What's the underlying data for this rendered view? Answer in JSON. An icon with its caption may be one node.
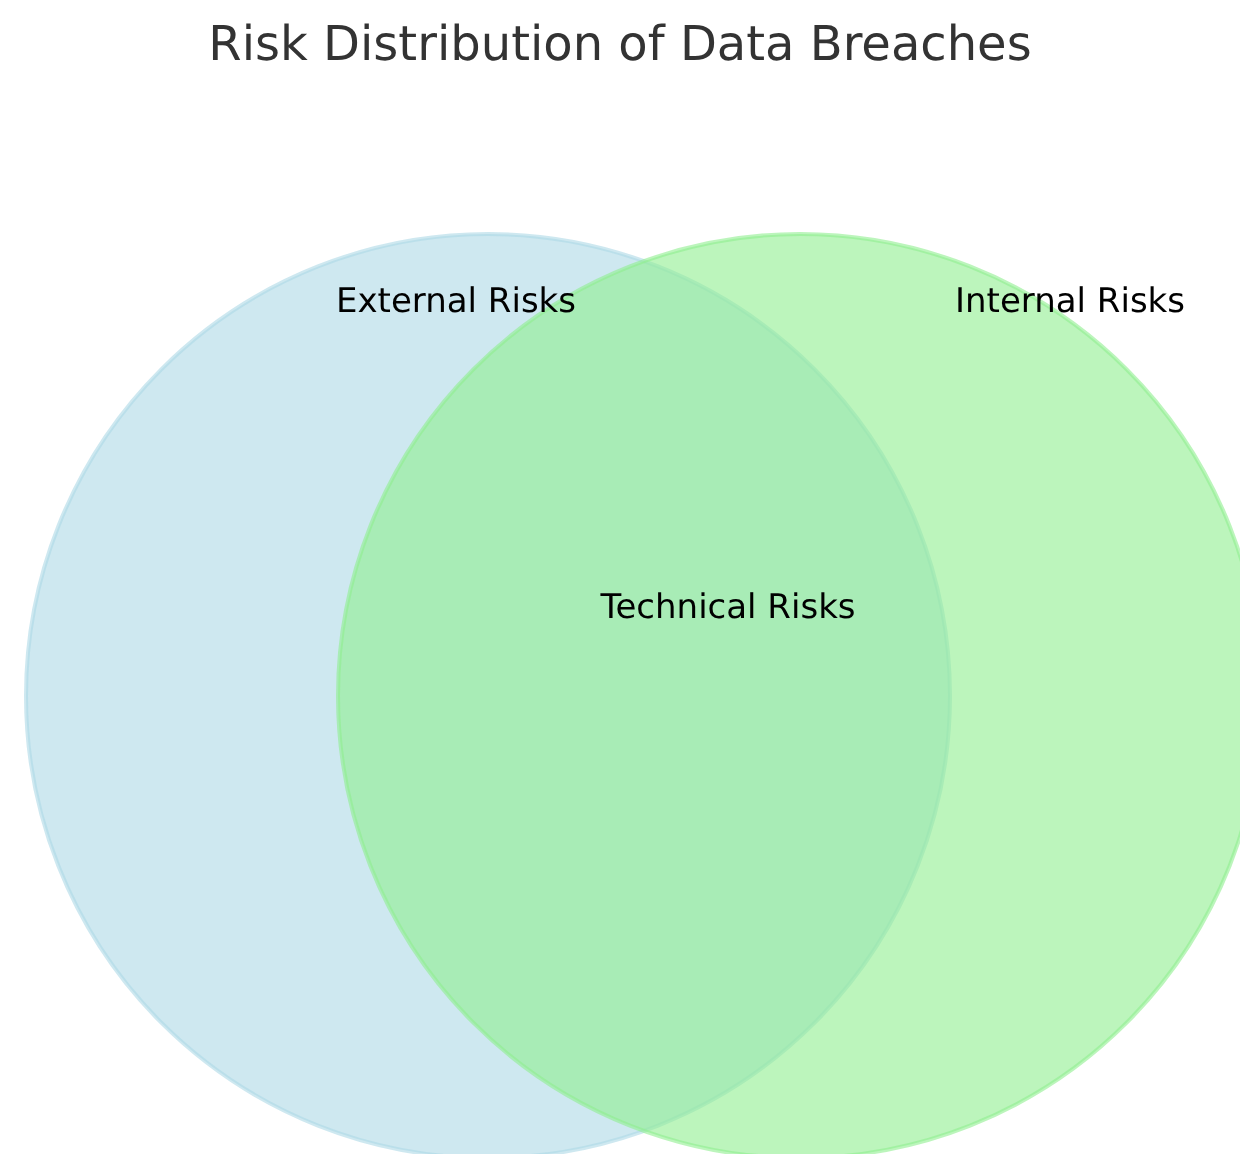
{
  "diagram": {
    "title": "Risk Distribution of Data Breaches",
    "nodes": [
      {
        "text": [
          "External Risks"
        ]
      },
      {
        "text": [
          "Internal Risks"
        ]
      }
    ],
    "edges": [],
    "labels": [
      "Technical Risks"
    ]
  }
}
